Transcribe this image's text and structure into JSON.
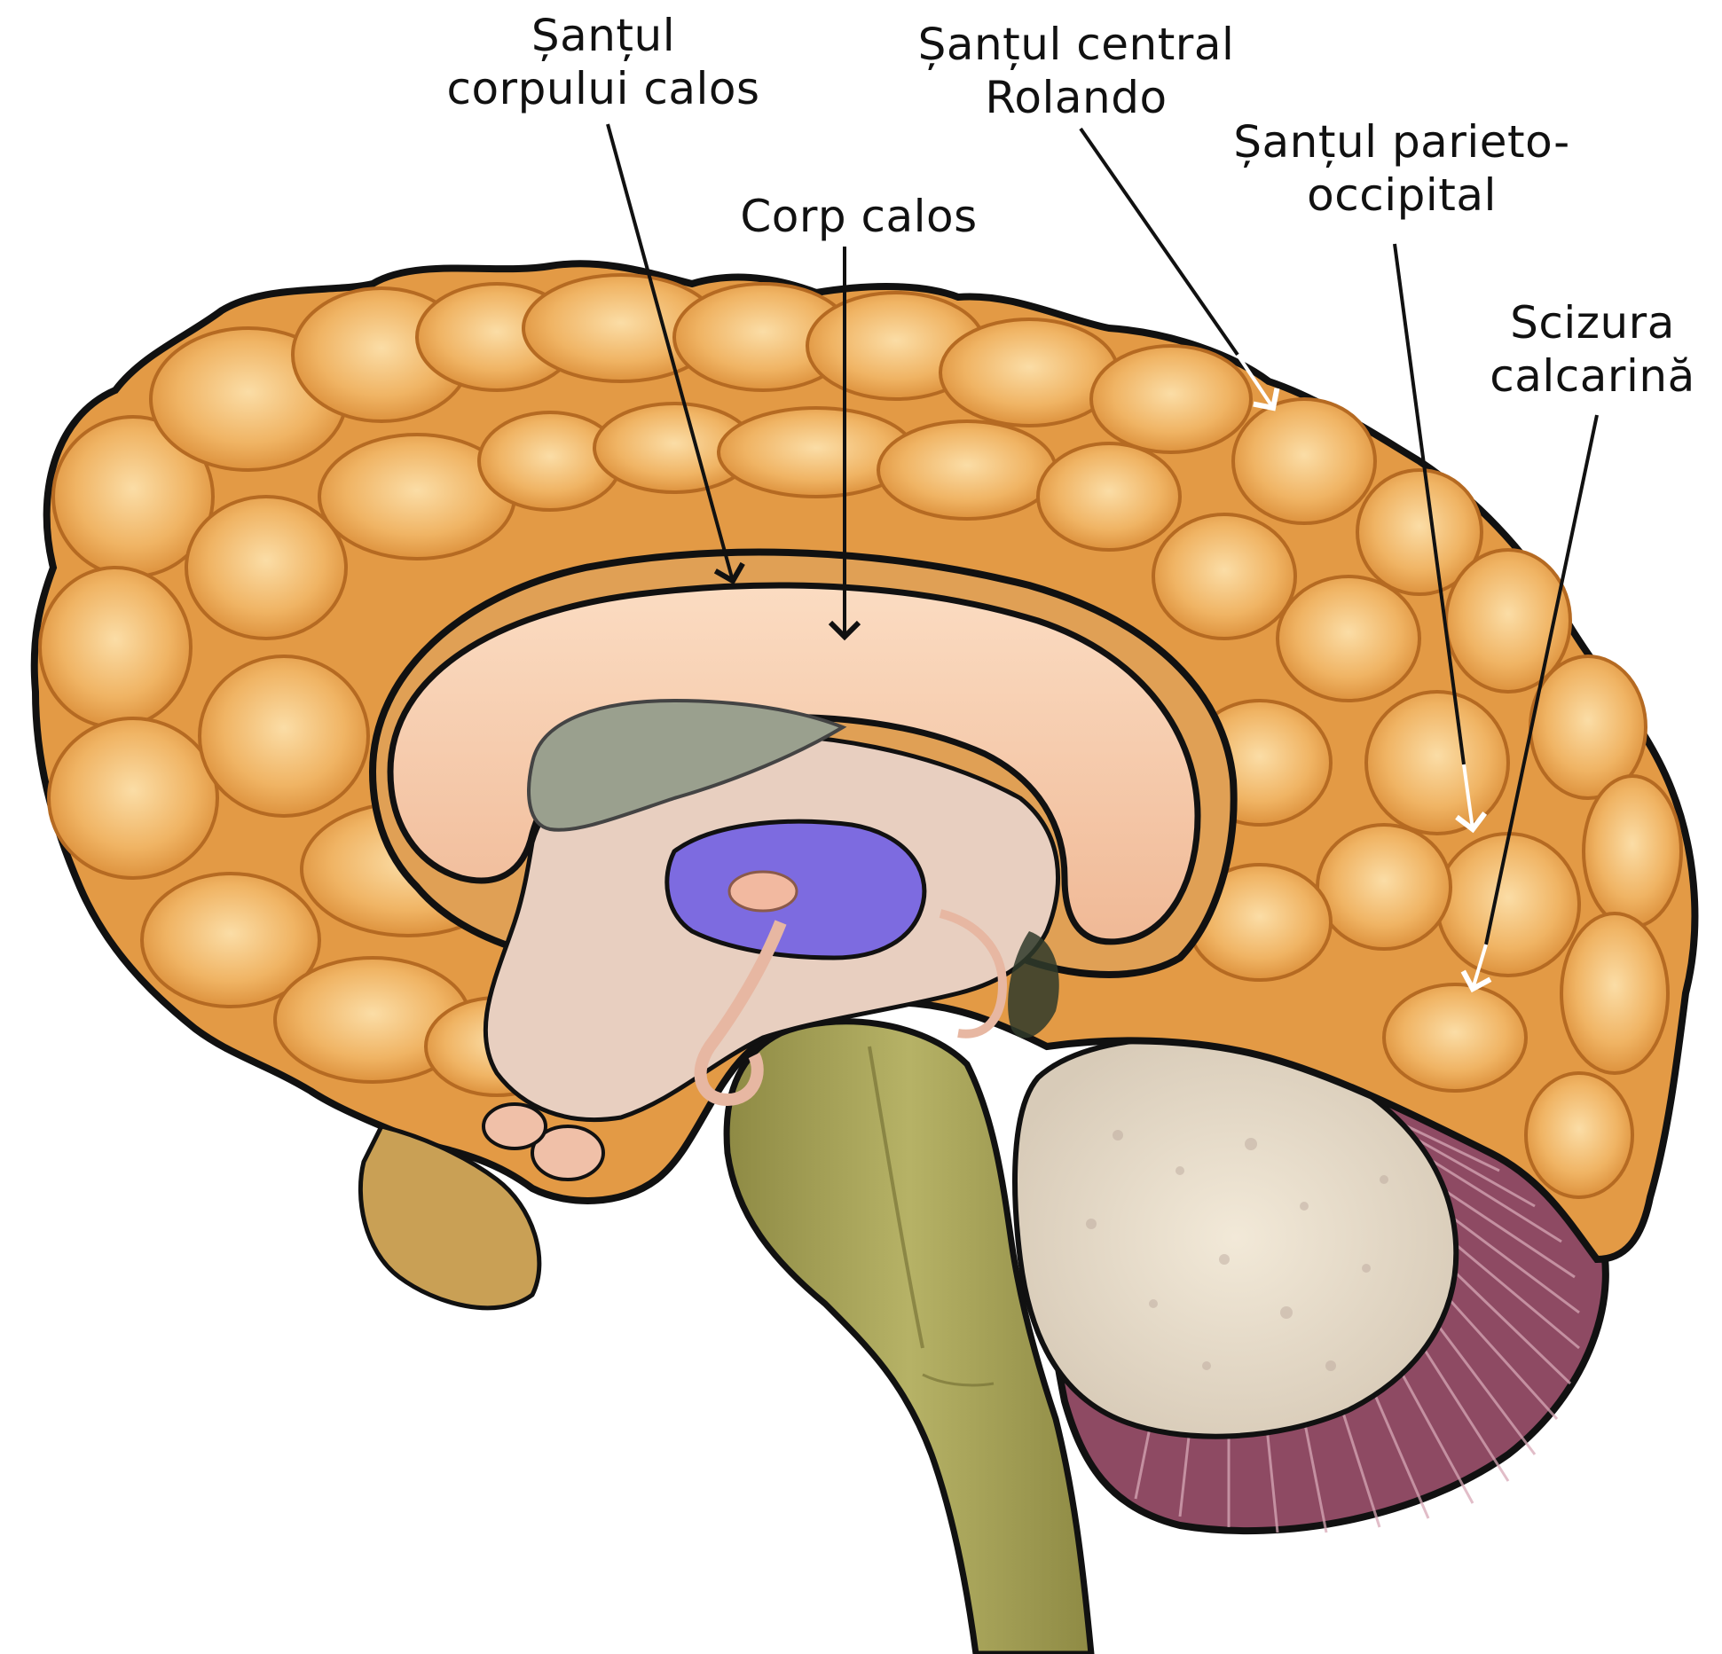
{
  "labels": {
    "corpus_callosum_sulcus": {
      "line1": "Șanțul",
      "line2": "corpului calos"
    },
    "corpus_callosum": {
      "line1": "Corp calos"
    },
    "central_sulcus": {
      "line1": "Șanțul central",
      "line2": "Rolando"
    },
    "parieto_occipital_sulcus": {
      "line1": "Șanțul parieto-",
      "line2": "occipital"
    },
    "calcarine_fissure": {
      "line1": "Scizura",
      "line2": "calcarină"
    }
  },
  "colors": {
    "cortex": "#E9A24C",
    "cortex_light": "#F6CC8E",
    "sulcus_shadow": "#B9681C",
    "corpus_callosum": "#F5C8A8",
    "ventricle": "#9AA08E",
    "third_ventricle": "#7D6BE0",
    "brainstem": "#A8A45A",
    "cerebellum_white": "#E6DCCB",
    "cerebellum_cortex": "#8E4A63",
    "outline": "#111111",
    "arrow_dark": "#111111",
    "arrow_light": "#ffffff"
  },
  "icons": [
    "brain-sagittal-section"
  ]
}
